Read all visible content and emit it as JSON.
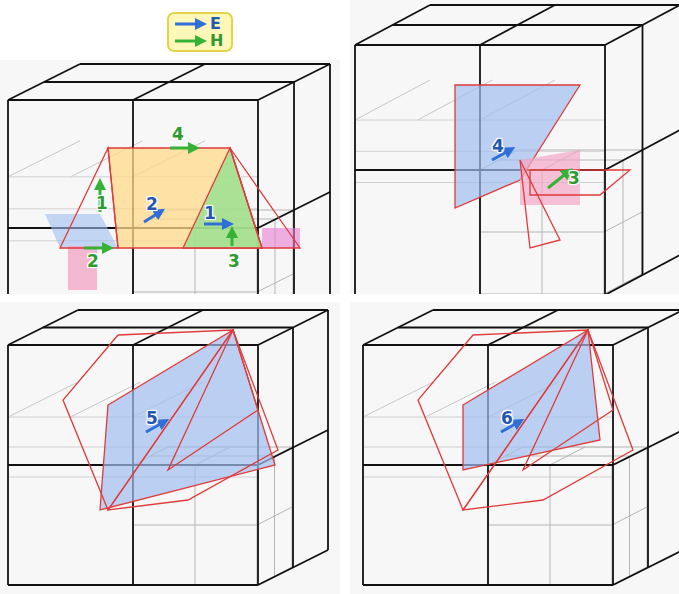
{
  "diagram": {
    "labels": [
      "1",
      "2",
      "1",
      "4",
      "2",
      "3",
      "4",
      "3",
      "5",
      "6"
    ],
    "legend": [
      {
        "text": "E"
      },
      {
        "text": "H"
      }
    ]
  }
}
